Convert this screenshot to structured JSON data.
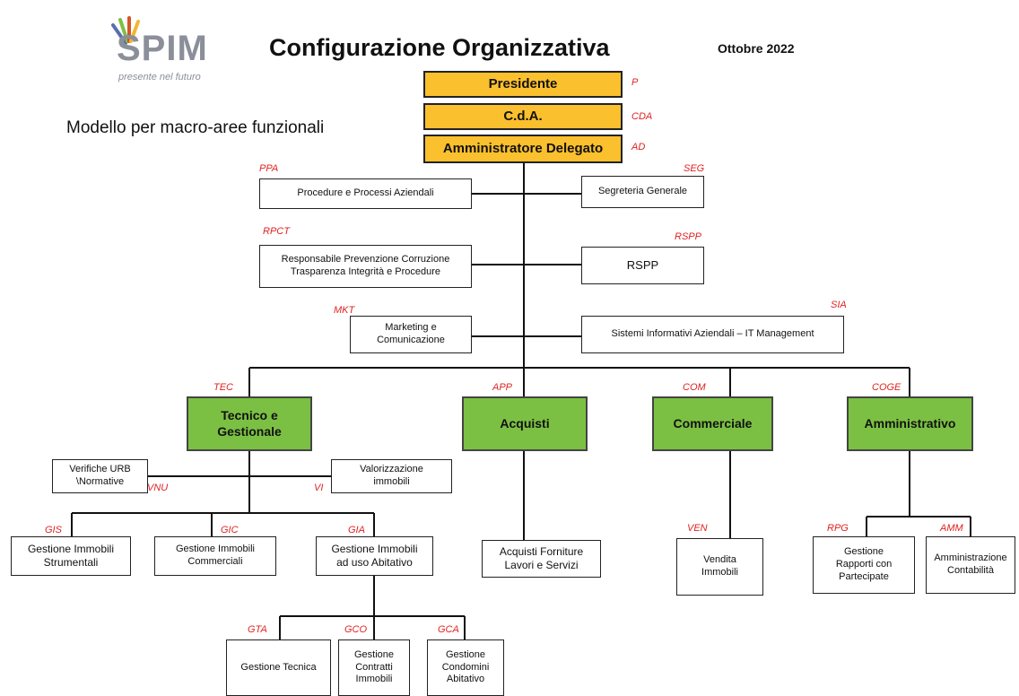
{
  "header": {
    "logo_text": "SPIM",
    "logo_tagline": "presente nel futuro",
    "title": "Configurazione Organizzativa",
    "date": "Ottobre 2022",
    "subtitle": "Modello per macro-aree funzionali"
  },
  "nodes": {
    "presidente": {
      "label": "Presidente",
      "code": "P"
    },
    "cda": {
      "label": "C.d.A.",
      "code": "CDA"
    },
    "ad": {
      "label": "Amministratore Delegato",
      "code": "AD"
    },
    "ppa": {
      "label": "Procedure e Processi Aziendali",
      "code": "PPA"
    },
    "seg": {
      "label": "Segreteria Generale",
      "code": "SEG"
    },
    "rpct": {
      "label": "Responsabile Prevenzione Corruzione\nTrasparenza Integrità e Procedure",
      "code": "RPCT"
    },
    "rspp": {
      "label": "RSPP",
      "code": "RSPP"
    },
    "mkt": {
      "label": "Marketing e\nComunicazione",
      "code": "MKT"
    },
    "sia": {
      "label": "Sistemi Informativi Aziendali – IT Management",
      "code": "SIA"
    },
    "tec": {
      "label": "Tecnico e\nGestionale",
      "code": "TEC"
    },
    "app": {
      "label": "Acquisti",
      "code": "APP"
    },
    "com": {
      "label": "Commerciale",
      "code": "COM"
    },
    "coge": {
      "label": "Amministrativo",
      "code": "COGE"
    },
    "vnu": {
      "label": "Verifiche URB\n\\Normative",
      "code": "VNU"
    },
    "vi": {
      "label": "Valorizzazione\nimmobili",
      "code": "VI"
    },
    "gis": {
      "label": "Gestione Immobili\nStrumentali",
      "code": "GIS"
    },
    "gic": {
      "label": "Gestione Immobili\nCommerciali",
      "code": "GIC"
    },
    "gia": {
      "label": "Gestione Immobili\nad uso Abitativo",
      "code": "GIA"
    },
    "acq": {
      "label": "Acquisti  Forniture\nLavori e Servizi"
    },
    "ven": {
      "label": "Vendita\nImmobili",
      "code": "VEN"
    },
    "rpg": {
      "label": "Gestione\nRapporti con\nPartecipate",
      "code": "RPG"
    },
    "amm": {
      "label": "Amministrazione\nContabilità",
      "code": "AMM"
    },
    "gta": {
      "label": "Gestione Tecnica",
      "code": "GTA"
    },
    "gco": {
      "label": "Gestione\nContratti\nImmobili",
      "code": "GCO"
    },
    "gca": {
      "label": "Gestione\nCondomini\nAbitativo",
      "code": "GCA"
    }
  },
  "colors": {
    "top_level": "#fbc02d",
    "macro_area": "#7bc043",
    "code_text": "#e02222"
  }
}
